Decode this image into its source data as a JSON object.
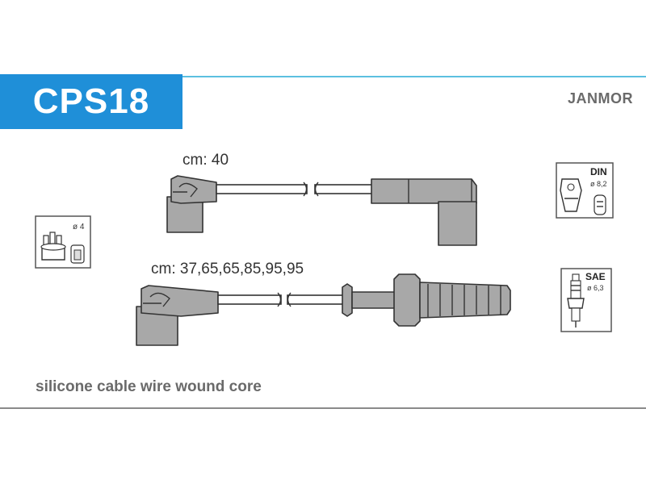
{
  "product": {
    "code": "CPS18",
    "brand": "JANMOR"
  },
  "cables": {
    "top_length_label": "cm: 40",
    "bottom_length_label": "cm: 37,65,65,85,95,95"
  },
  "icons": {
    "distributor_cap": {
      "name": "distributor-cap-icon",
      "diameter_label": "ø 4"
    },
    "din_connector": {
      "name": "din-connector-icon",
      "standard_label": "DIN",
      "diameter_label": "ø 8,2"
    },
    "sae_spark_plug": {
      "name": "spark-plug-icon",
      "standard_label": "SAE",
      "diameter_label": "ø 6,3"
    }
  },
  "description": "silicone cable wire wound core",
  "colors": {
    "accent_blue": "#1f8fd8",
    "rule_cyan": "#5cc0e0",
    "part_fill": "#a8a8a8",
    "outline": "#333333"
  }
}
